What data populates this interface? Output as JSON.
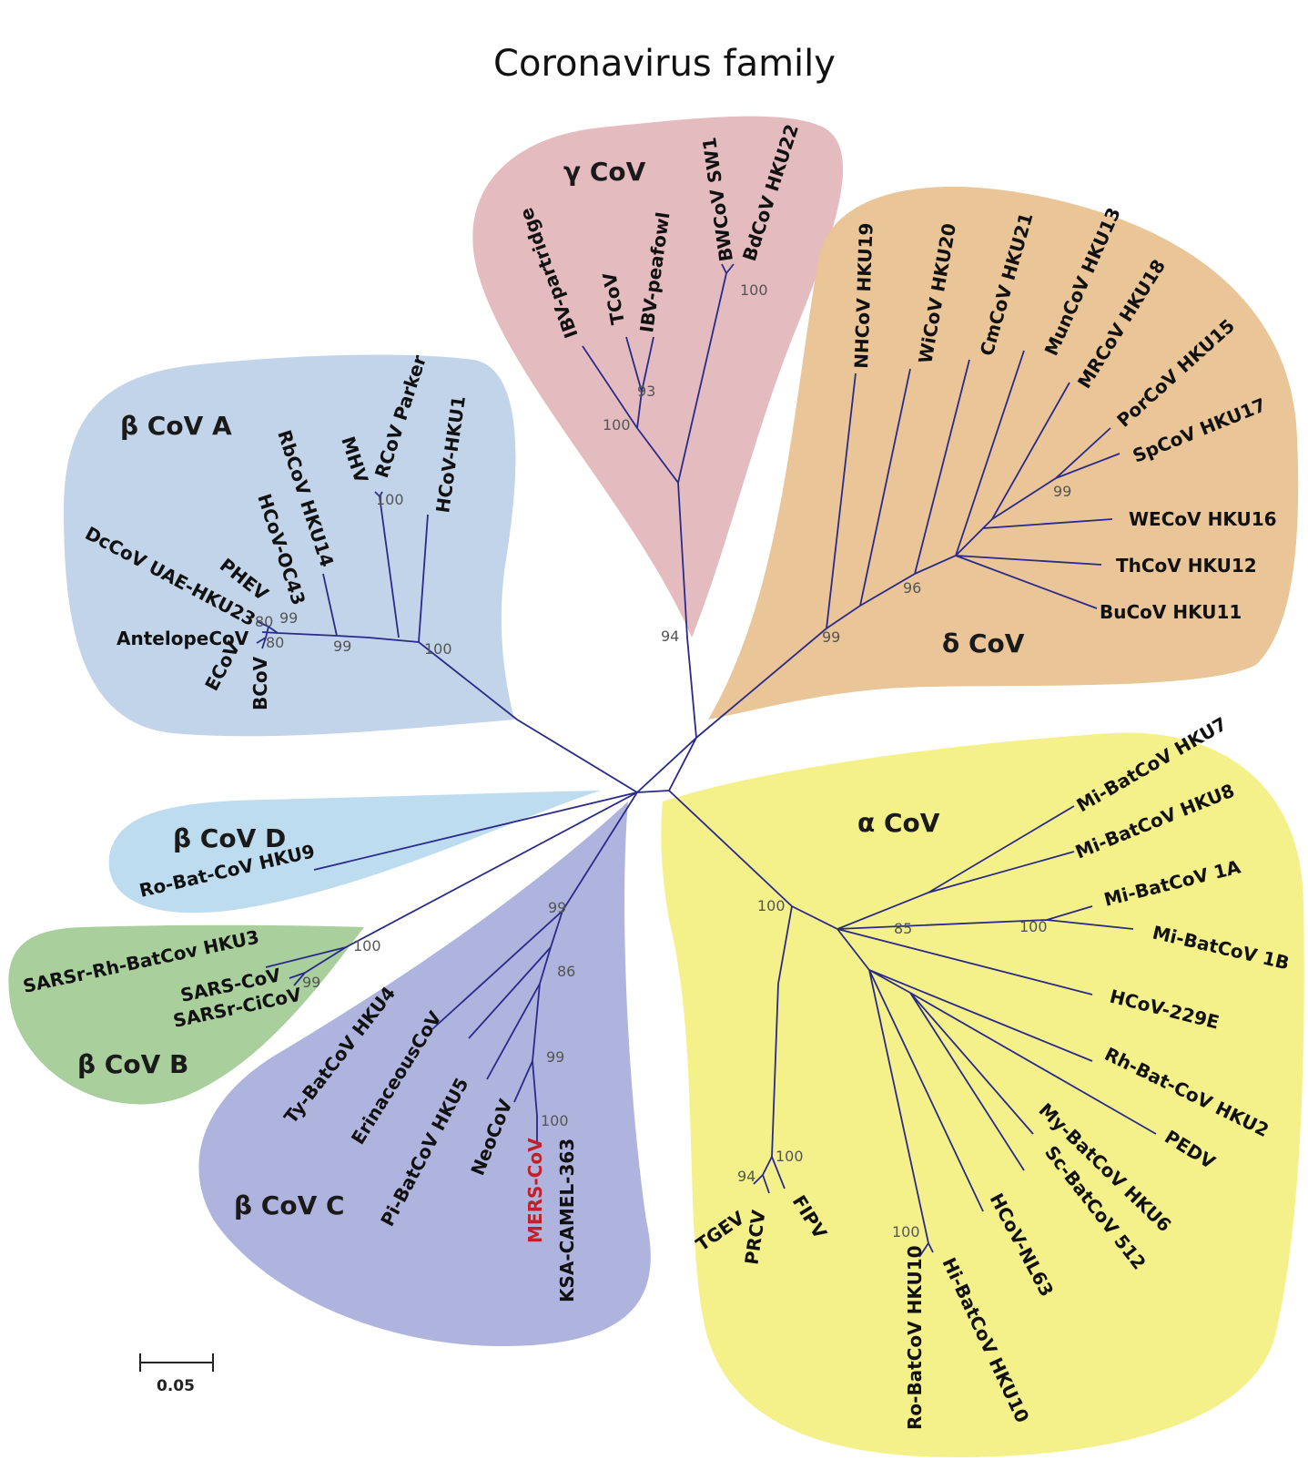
{
  "title": "Coronavirus family",
  "scale_bar": {
    "label": "0.05"
  },
  "colors": {
    "branch": "#2a2a8a",
    "highlight": "#c0202a",
    "gamma": "#e4bcbf",
    "delta": "#e9c597",
    "betaA": "#c2d4e9",
    "betaD": "#bedcf0",
    "betaB": "#a9cf9d",
    "betaC": "#aeb4de",
    "alpha": "#f5f18a"
  },
  "groups": {
    "gamma": "γ CoV",
    "delta": "δ CoV",
    "betaA": "β CoV A",
    "betaD": "β CoV D",
    "betaB": "β CoV B",
    "betaC": "β CoV C",
    "alpha": "α CoV"
  },
  "leaves": {
    "ibv_partridge": "IBV-partridge",
    "tcov": "TCoV",
    "ibv_peafowl": "IBV-peafowl",
    "bwcov": "BWCoV SW1",
    "bdcov": "BdCoV HKU22",
    "nhcov": "NHCoV HKU19",
    "wicov": "WiCoV HKU20",
    "cmcov": "CmCoV HKU21",
    "muncov": "MunCoV HKU13",
    "mrcov": "MRCoV HKU18",
    "porcov": "PorCoV HKU15",
    "spcov": "SpCoV HKU17",
    "wecov": "WECoV HKU16",
    "thcov": "ThCoV HKU12",
    "bucov": "BuCoV HKU11",
    "dccov": "DcCoV UAE-HKU23",
    "phev": "PHEV",
    "hcov_oc43": "HCoV-OC43",
    "rbcov": "RbCoV HKU14",
    "mhv": "MHV",
    "rcov": "RCoV Parker",
    "hcov_hku1": "HCoV-HKU1",
    "antelope": "AntelopeCoV",
    "ecov": "ECoV",
    "bcov": "BCoV",
    "robat_hku9": "Ro-Bat-CoV HKU9",
    "sarsr_rh": "SARSr-Rh-BatCov HKU3",
    "sars": "SARS-CoV",
    "sarsr_ci": "SARSr-CiCoV",
    "tybat": "Ty-BatCoV HKU4",
    "erinaceus": "ErinaceousCoV",
    "pibat": "Pi-BatCoV HKU5",
    "neocov": "NeoCoV",
    "mers": "MERS-CoV",
    "ksa": "KSA-CAMEL-363",
    "mibat_hku7": "Mi-BatCoV HKU7",
    "mibat_hku8": "Mi-BatCoV HKU8",
    "mibat_1a": "Mi-BatCoV 1A",
    "mibat_1b": "Mi-BatCoV 1B",
    "hcov_229e": "HCoV-229E",
    "rhbat": "Rh-Bat-CoV HKU2",
    "pedv": "PEDV",
    "mybat": "My-BatCoV HKU6",
    "scbat": "Sc-BatCoV 512",
    "hcov_nl63": "HCoV-NL63",
    "hibat": "Hi-BatCoV HKU10",
    "robat_hku10": "Ro-BatCoV HKU10",
    "tgev": "TGEV",
    "prcv": "PRCV",
    "fipv": "FIPV"
  },
  "bootstraps": {
    "g100a": "100",
    "g93": "93",
    "g100b": "100",
    "g94": "94",
    "d99a": "99",
    "d96": "96",
    "d99b": "99",
    "a80a": "80",
    "a99a": "99",
    "a80b": "80",
    "a99b": "99",
    "a100a": "100",
    "a100b": "100",
    "b100": "100",
    "b99": "99",
    "c99": "99",
    "c86": "86",
    "c99b": "99",
    "c100": "100",
    "al100a": "100",
    "al85": "85",
    "al100b": "100",
    "al100c": "100",
    "al94": "94",
    "al100d": "100"
  }
}
